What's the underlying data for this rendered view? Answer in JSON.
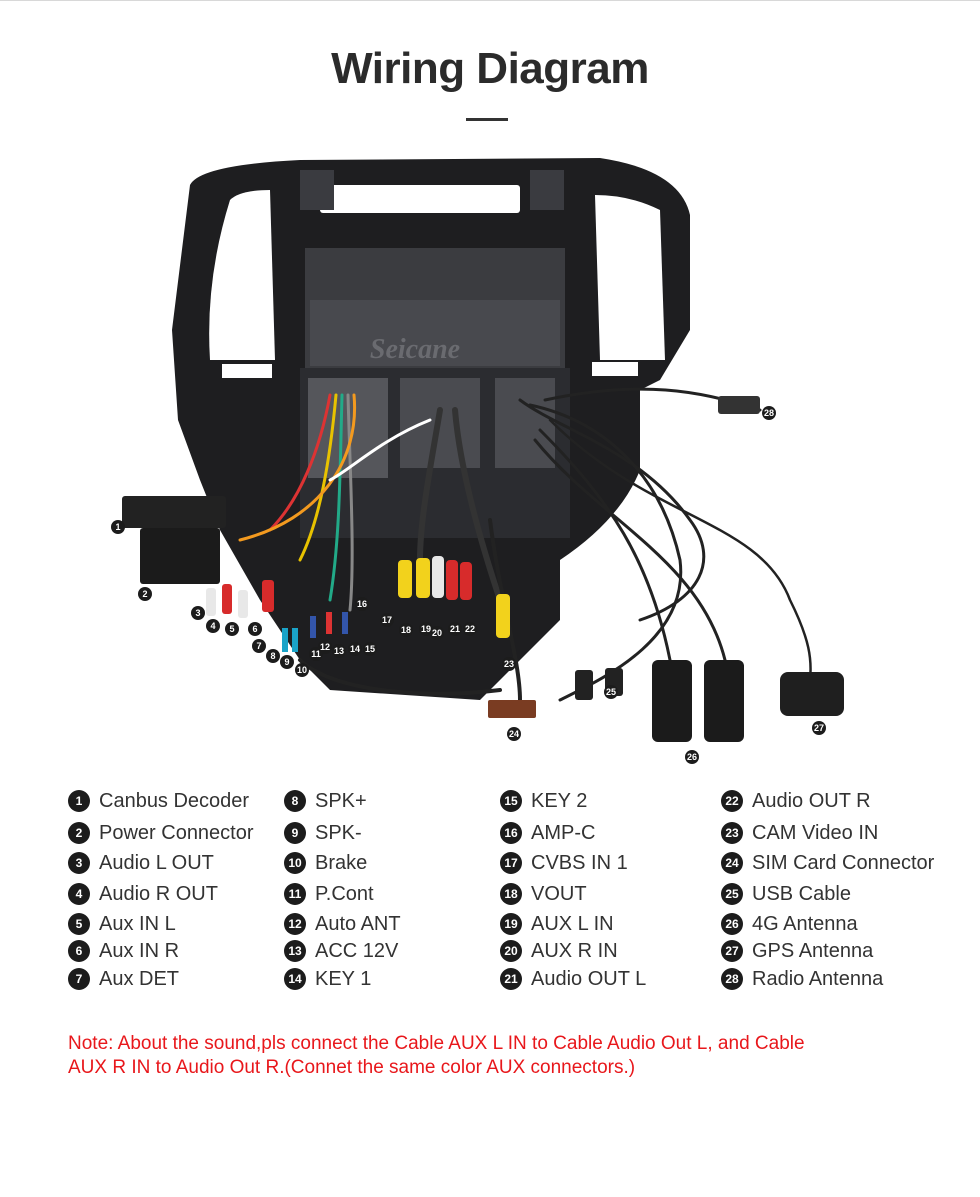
{
  "title": "Wiring Diagram",
  "diagram": {
    "watermark": "Seicane",
    "callouts": [
      "1",
      "2",
      "3",
      "4",
      "5",
      "6",
      "7",
      "8",
      "9",
      "10",
      "11",
      "12",
      "13",
      "14",
      "15",
      "16",
      "17",
      "18",
      "19",
      "20",
      "21",
      "22",
      "23",
      "24",
      "25",
      "26",
      "27",
      "28"
    ]
  },
  "legend": [
    {
      "num": "1",
      "label": "Canbus Decoder"
    },
    {
      "num": "2",
      "label": "Power Connector"
    },
    {
      "num": "3",
      "label": "Audio L OUT"
    },
    {
      "num": "4",
      "label": "Audio R OUT"
    },
    {
      "num": "5",
      "label": "Aux IN L"
    },
    {
      "num": "6",
      "label": "Aux IN R"
    },
    {
      "num": "7",
      "label": "Aux DET"
    },
    {
      "num": "8",
      "label": "SPK+"
    },
    {
      "num": "9",
      "label": "SPK-"
    },
    {
      "num": "10",
      "label": "Brake"
    },
    {
      "num": "11",
      "label": "P.Cont"
    },
    {
      "num": "12",
      "label": "Auto ANT"
    },
    {
      "num": "13",
      "label": "ACC 12V"
    },
    {
      "num": "14",
      "label": "KEY 1"
    },
    {
      "num": "15",
      "label": "KEY 2"
    },
    {
      "num": "16",
      "label": "AMP-C"
    },
    {
      "num": "17",
      "label": "CVBS IN 1"
    },
    {
      "num": "18",
      "label": "VOUT"
    },
    {
      "num": "19",
      "label": "AUX L IN"
    },
    {
      "num": "20",
      "label": "AUX R IN"
    },
    {
      "num": "21",
      "label": "Audio OUT L"
    },
    {
      "num": "22",
      "label": "Audio OUT R"
    },
    {
      "num": "23",
      "label": "CAM Video IN"
    },
    {
      "num": "24",
      "label": "SIM Card Connector"
    },
    {
      "num": "25",
      "label": "USB Cable"
    },
    {
      "num": "26",
      "label": "4G Antenna"
    },
    {
      "num": "27",
      "label": "GPS Antenna"
    },
    {
      "num": "28",
      "label": "Radio Antenna"
    }
  ],
  "note_line1": "Note: About the sound,pls connect the Cable AUX L IN to Cable Audio Out L, and Cable",
  "note_line2": "AUX R IN to  Audio Out R.(Connet the same color AUX connectors.)"
}
